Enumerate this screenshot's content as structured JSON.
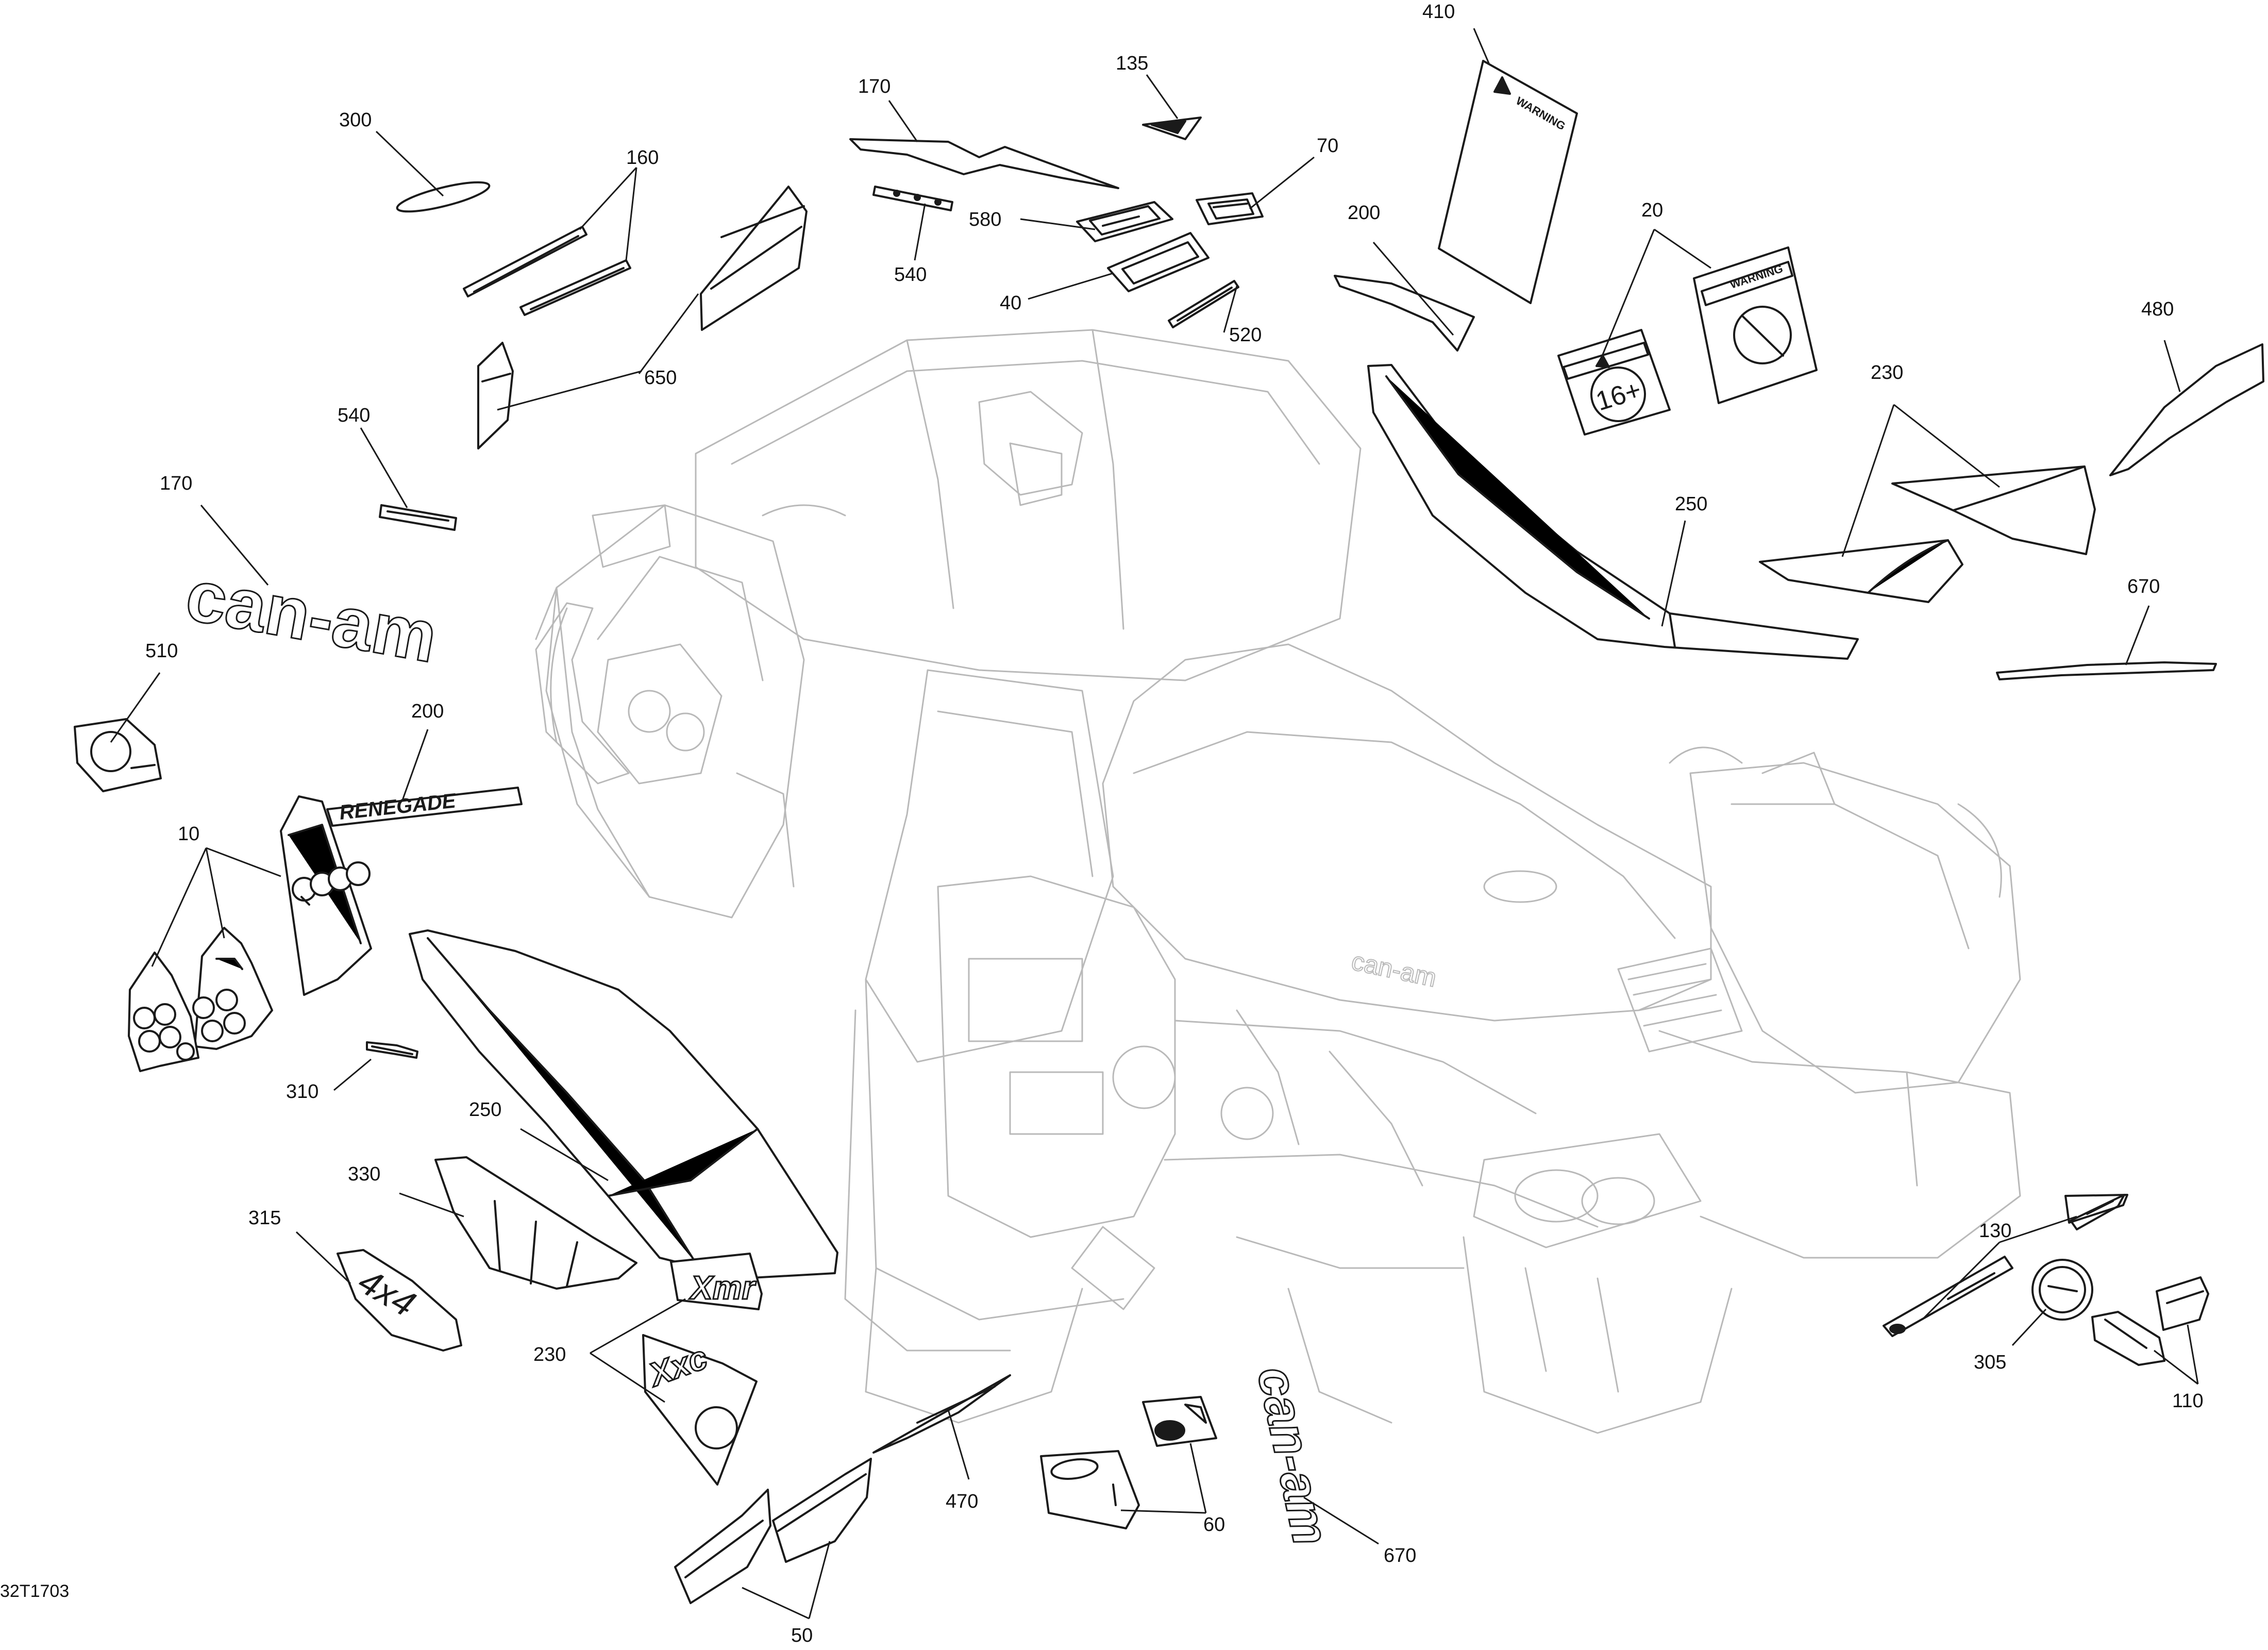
{
  "figure_id": "32T1703",
  "callouts": {
    "c410": "410",
    "c135": "135",
    "c170a": "170",
    "c300": "300",
    "c160": "160",
    "c70": "70",
    "c580": "580",
    "c540a": "540",
    "c40": "40",
    "c200a": "200",
    "c20": "20",
    "c520": "520",
    "c650": "650",
    "c480": "480",
    "c230a": "230",
    "c540b": "540",
    "c170b": "170",
    "c250a": "250",
    "c670a": "670",
    "c510": "510",
    "c200b": "200",
    "c10": "10",
    "c310": "310",
    "c250b": "250",
    "c330": "330",
    "c315": "315",
    "c230b": "230",
    "c130": "130",
    "c305": "305",
    "c110": "110",
    "c470": "470",
    "c60": "60",
    "c670b": "670",
    "c50": "50"
  },
  "decal_text": {
    "can_am_large": "can-am",
    "renegade": "RENEGADE",
    "xmr": "Xmr",
    "xxc": "Xxc",
    "four_by_four": "4x4",
    "age_16": "16+",
    "warning": "WARNING",
    "can_am_vertical": "can-am",
    "seat_logo": "can-am"
  },
  "colors": {
    "line": "#1a1a1a",
    "vehicle": "#b9b9b9",
    "background": "#ffffff"
  }
}
